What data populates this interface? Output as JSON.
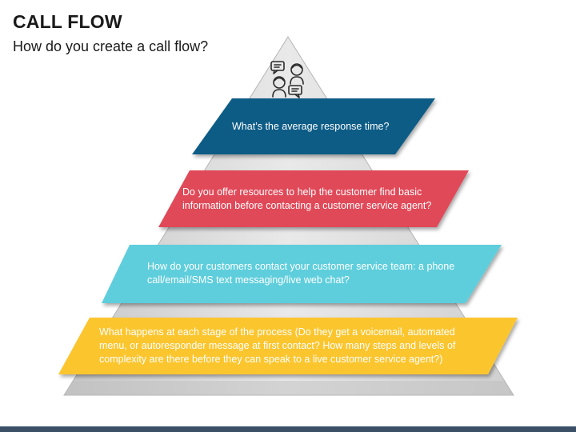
{
  "header": {
    "title": "CALL FLOW",
    "subtitle": "How do you create a call flow?"
  },
  "pyramid": {
    "top_icon": "call-conversation-icon",
    "colors": {
      "pyramid_light": "#d6d6d6",
      "pyramid_dark": "#9a9a9a",
      "band_1": "#0d5b86",
      "band_2": "#e04a58",
      "band_3": "#5fcedc",
      "band_4": "#fbc52d",
      "footer": "#3b4f66"
    },
    "bands": [
      {
        "text": "What’s the average response time?"
      },
      {
        "text": "Do you offer resources to help the customer find basic information before contacting a customer service agent?"
      },
      {
        "text": "How do your customers contact your customer service team: a phone call/email/SMS text messaging/live web chat?"
      },
      {
        "text": "What happens at each stage of the process (Do they get a voicemail, automated menu, or autoresponder message at first contact? How many steps and levels of complexity are there before they can speak to a live customer service agent?)"
      }
    ]
  }
}
